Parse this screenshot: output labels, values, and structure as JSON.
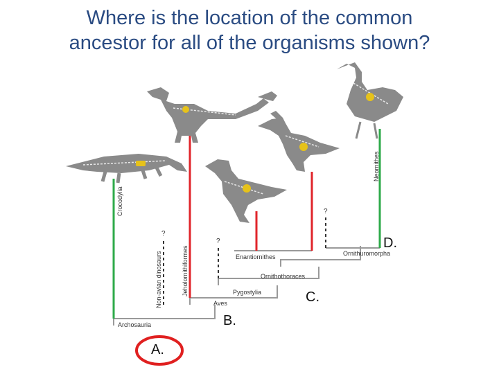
{
  "slide": {
    "title_line1": "Where is the location of the common",
    "title_line2": "ancestor for all of the organisms shown?"
  },
  "clades": {
    "crocodylia": "Crocodylia",
    "non_avian": "Non-avian dinosaurs",
    "jeholornithiformes": "Jeholornithiformes",
    "neornithes": "Neornithes",
    "enantiornithes": "Enantiornithes",
    "ornithuromorpha": "Ornithuromorpha",
    "ornithothoraces": "Ornithothoraces",
    "pygostylia": "Pygostylia",
    "aves": "Aves",
    "archosauria": "Archosauria",
    "uncertain": "?"
  },
  "answers": {
    "a": "A.",
    "b": "B.",
    "c": "C.",
    "d": "D."
  },
  "colors": {
    "title": "#2a4b82",
    "green_branch": "#2eaa4a",
    "red_branch": "#e0252b",
    "tree_line": "#9a9a9a",
    "silhouette": "#8a8a8a",
    "skeleton": "#e8e8e8",
    "egg": "#e6c21a",
    "highlight_circle": "#e02020"
  }
}
